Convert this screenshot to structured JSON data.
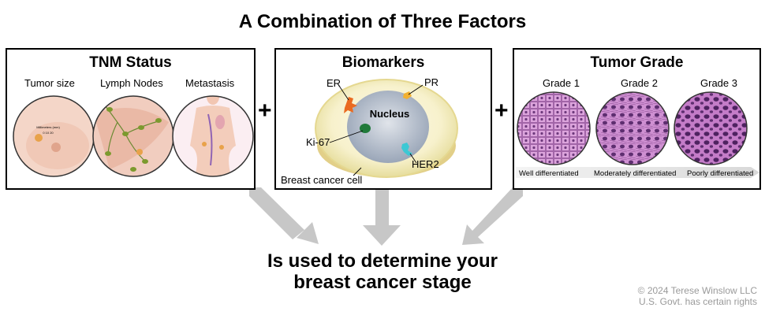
{
  "title": "A Combination of Three Factors",
  "tnm": {
    "title": "TNM Status",
    "tumor_size": "Tumor size",
    "lymph_nodes": "Lymph Nodes",
    "metastasis": "Metastasis",
    "ruler_unit": "Millimeters (mm)",
    "ruler_ticks": "0 10 20"
  },
  "biomarkers": {
    "title": "Biomarkers",
    "er": "ER",
    "pr": "PR",
    "nucleus": "Nucleus",
    "ki67": "Ki-67",
    "her2": "HER2",
    "cell": "Breast cancer cell"
  },
  "grade": {
    "title": "Tumor Grade",
    "grades": [
      "Grade 1",
      "Grade 2",
      "Grade 3"
    ],
    "bar_labels": [
      "Well differentiated",
      "Moderately differentiated",
      "Poorly differentiated"
    ]
  },
  "plus_sign": "+",
  "result_line1": "Is used to determine your",
  "result_line2": "breast cancer stage",
  "copyright_line1": "© 2024 Terese Winslow LLC",
  "copyright_line2": "U.S. Govt. has certain rights",
  "colors": {
    "arrow": "#c7c7c7",
    "tissue_fill": "#c97fc6",
    "tissue_nucleus": "#6d3a7c",
    "skin": "#f4d6c8",
    "er_marker": "#ea6a20",
    "pr_marker": "#f2b030",
    "ki67_marker": "#207a3a",
    "her2_marker": "#3cc8d4"
  }
}
